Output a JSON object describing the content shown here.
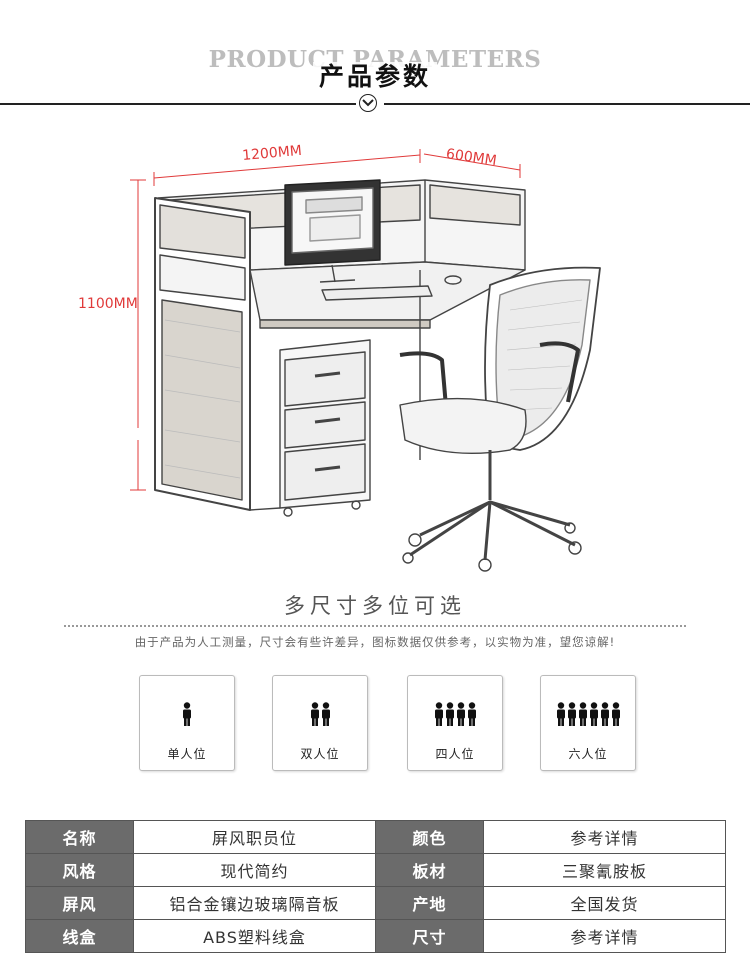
{
  "header": {
    "title_en": "PRODUCT PARAMETERS",
    "title_cn": "产品参数"
  },
  "dimensions": {
    "width": "1200MM",
    "depth": "600MM",
    "height": "1100MM"
  },
  "options": {
    "title": "多尺寸多位可选",
    "note": "由于产品为人工测量，尺寸会有些许差异，图标数据仅供参考，以实物为准，望您谅解!",
    "seats": [
      {
        "label": "单人位",
        "people": 1
      },
      {
        "label": "双人位",
        "people": 2
      },
      {
        "label": "四人位",
        "people": 4
      },
      {
        "label": "六人位",
        "people": 6
      }
    ]
  },
  "specs": {
    "rows": [
      {
        "k1": "名称",
        "v1": "屏风职员位",
        "k2": "颜色",
        "v2": "参考详情"
      },
      {
        "k1": "风格",
        "v1": "现代简约",
        "k2": "板材",
        "v2": "三聚氰胺板"
      },
      {
        "k1": "屏风",
        "v1": "铝合金镶边玻璃隔音板",
        "k2": "产地",
        "v2": "全国发货"
      },
      {
        "k1": "线盒",
        "v1": "ABS塑料线盒",
        "k2": "尺寸",
        "v2": "参考详情"
      }
    ]
  },
  "colors": {
    "dimension_red": "#e03a3a",
    "table_key_bg": "#6b6b6b"
  }
}
